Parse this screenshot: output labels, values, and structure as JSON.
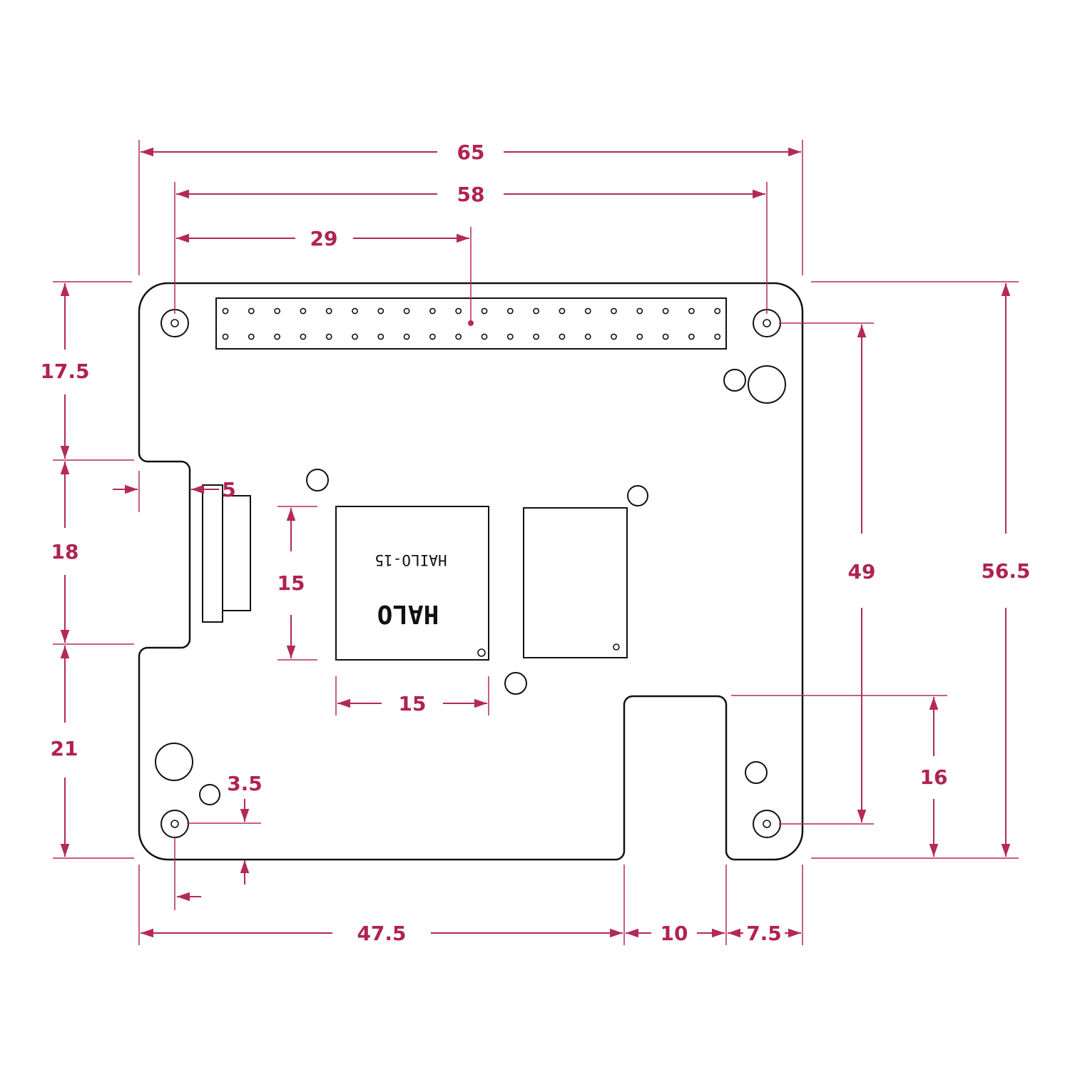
{
  "accent_color": "#b5285a",
  "outline_color": "#111111",
  "chip": {
    "model_label": "HAILO-15",
    "brand_label": "HALO"
  },
  "dimensions": {
    "overall_width": "65",
    "mount_spacing_x": "58",
    "header_center": "29",
    "mount_offset_top": "17.5",
    "cutout_height": "18",
    "mount_offset_bottom": "21",
    "cutout_depth": "5",
    "chip_height": "15",
    "chip_width": "15",
    "mount_spacing_y": "49",
    "overall_height": "56.5",
    "notch_height": "16",
    "hole_offset": "3.5",
    "notch_position_x": "47.5",
    "notch_width": "10",
    "notch_offset_right": "7.5"
  }
}
